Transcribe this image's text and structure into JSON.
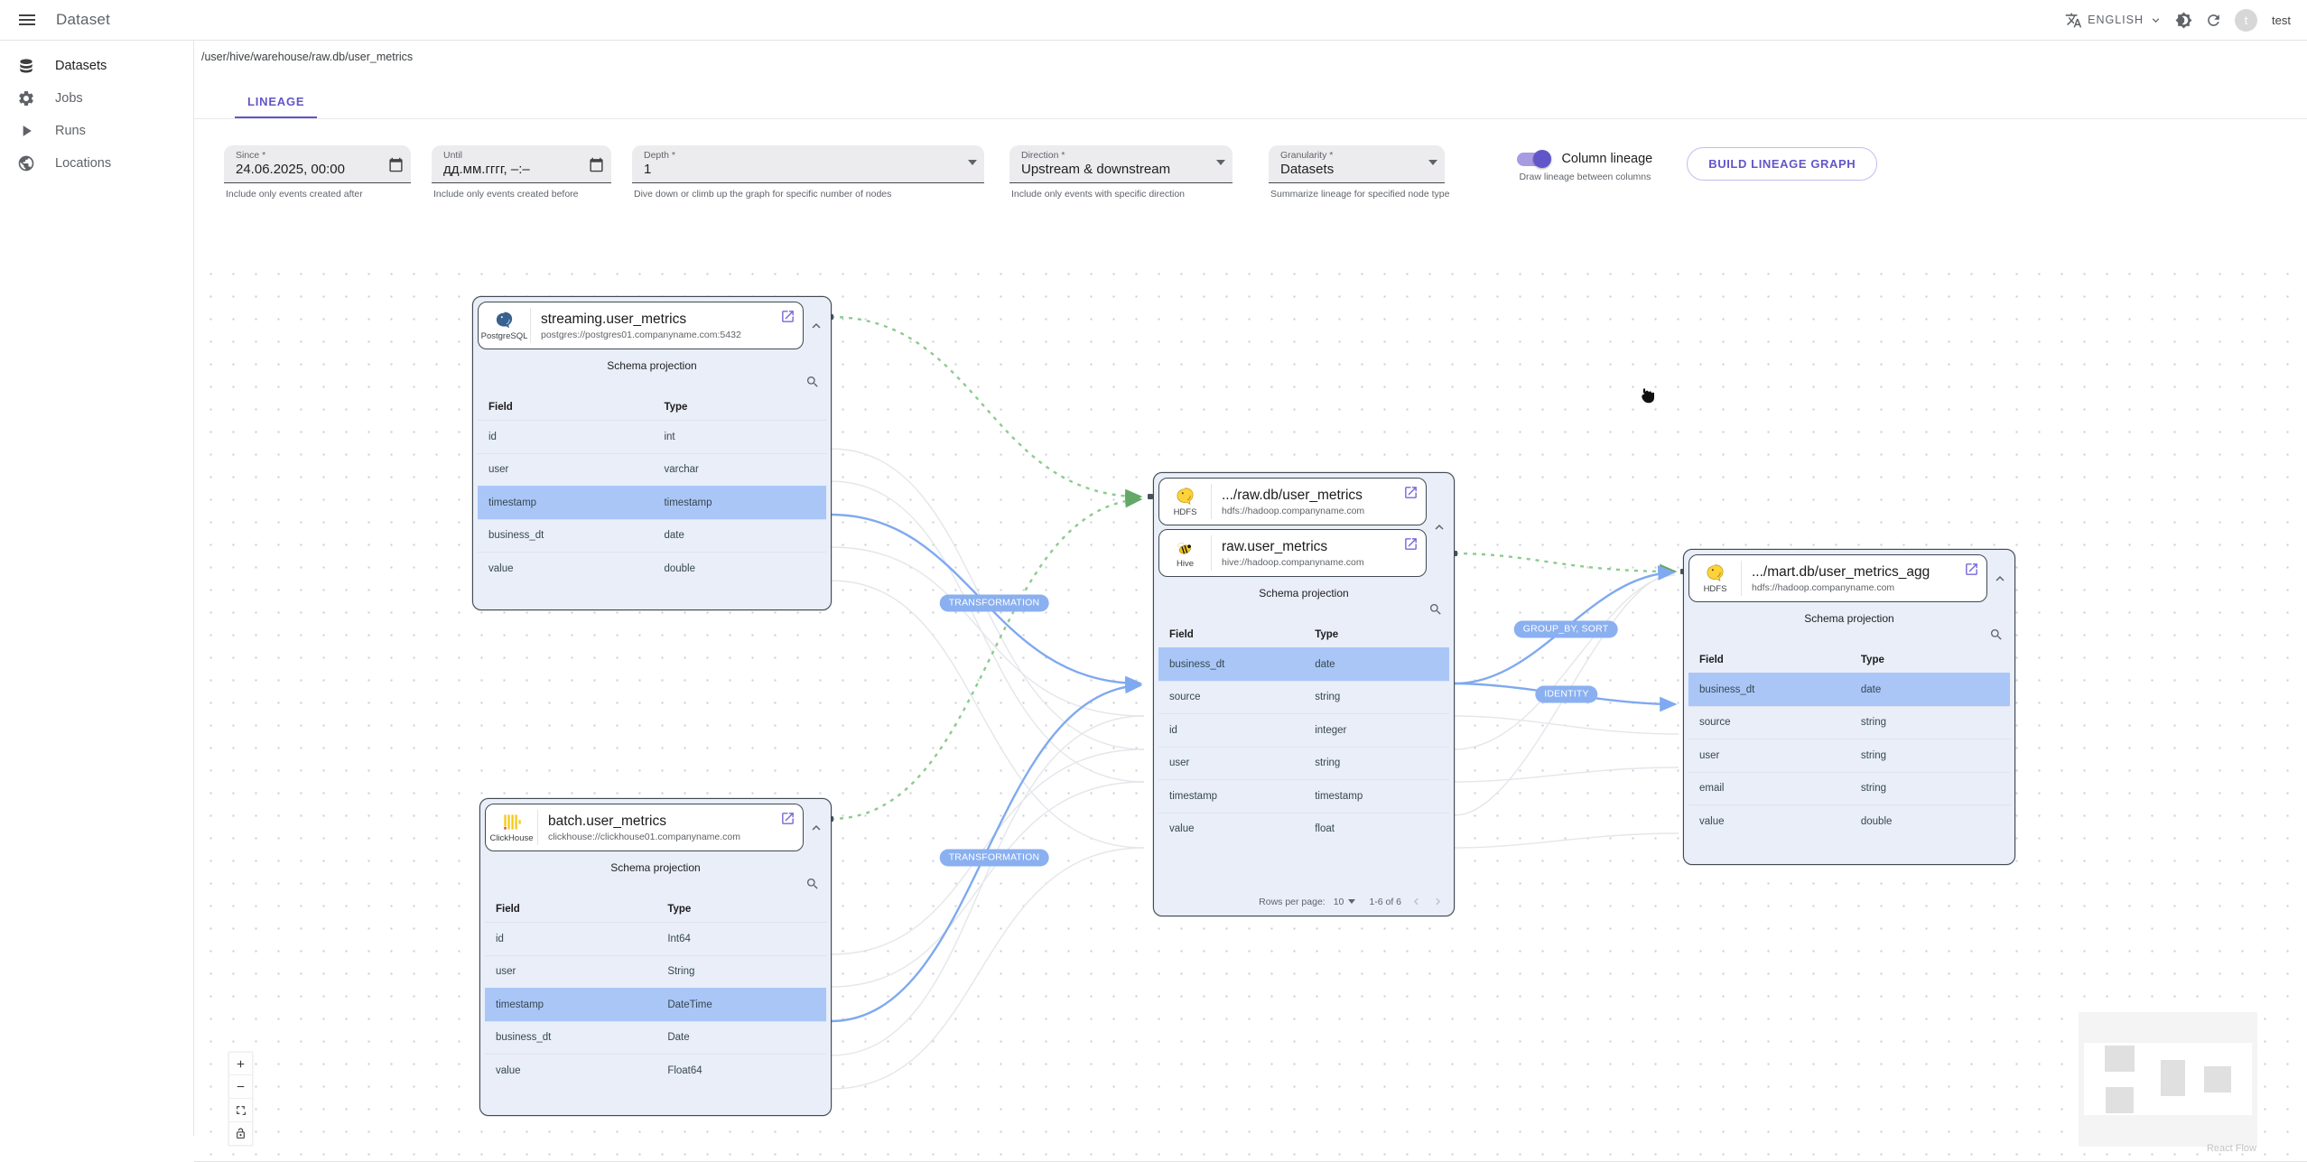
{
  "app_bar": {
    "title": "Dataset",
    "language": "ENGLISH",
    "user_initial": "t",
    "user_name": "test"
  },
  "sidebar": {
    "items": [
      {
        "label": "Datasets"
      },
      {
        "label": "Jobs"
      },
      {
        "label": "Runs"
      },
      {
        "label": "Locations"
      }
    ]
  },
  "page": {
    "breadcrumb": "/user/hive/warehouse/raw.db/user_metrics",
    "tab": "LINEAGE"
  },
  "filters": {
    "since": {
      "label": "Since *",
      "value": "24.06.2025, 00:00",
      "helper": "Include only events created after"
    },
    "until": {
      "label": "Until",
      "value": "дд.мм.гггг, –:–",
      "helper": "Include only events created before"
    },
    "depth": {
      "label": "Depth *",
      "value": "1",
      "helper": "Dive down or climb up the graph for specific number of nodes"
    },
    "direction": {
      "label": "Direction *",
      "value": "Upstream & downstream",
      "helper": "Include only events with specific direction"
    },
    "granularity": {
      "label": "Granularity *",
      "value": "Datasets",
      "helper": "Summarize lineage for specified node type"
    },
    "column_lineage": {
      "label": "Column lineage",
      "helper": "Draw lineage between columns"
    },
    "build_button": "BUILD LINEAGE GRAPH"
  },
  "graph": {
    "schema_projection_label": "Schema projection",
    "columns": {
      "field": "Field",
      "type": "Type"
    },
    "nodes": {
      "streaming": {
        "source_type": "PostgreSQL",
        "title": "streaming.user_metrics",
        "url": "postgres://postgres01.companyname.com:5432",
        "rows": [
          {
            "field": "id",
            "type": "int"
          },
          {
            "field": "user",
            "type": "varchar"
          },
          {
            "field": "timestamp",
            "type": "timestamp"
          },
          {
            "field": "business_dt",
            "type": "date"
          },
          {
            "field": "value",
            "type": "double"
          }
        ]
      },
      "batch": {
        "source_type": "ClickHouse",
        "title": "batch.user_metrics",
        "url": "clickhouse://clickhouse01.companyname.com",
        "rows": [
          {
            "field": "id",
            "type": "Int64"
          },
          {
            "field": "user",
            "type": "String"
          },
          {
            "field": "timestamp",
            "type": "DateTime"
          },
          {
            "field": "business_dt",
            "type": "Date"
          },
          {
            "field": "value",
            "type": "Float64"
          }
        ]
      },
      "raw": {
        "headers": [
          {
            "source_type": "HDFS",
            "title": ".../raw.db/user_metrics",
            "url": "hdfs://hadoop.companyname.com"
          },
          {
            "source_type": "Hive",
            "title": "raw.user_metrics",
            "url": "hive://hadoop.companyname.com"
          }
        ],
        "rows": [
          {
            "field": "business_dt",
            "type": "date"
          },
          {
            "field": "source",
            "type": "string"
          },
          {
            "field": "id",
            "type": "integer"
          },
          {
            "field": "user",
            "type": "string"
          },
          {
            "field": "timestamp",
            "type": "timestamp"
          },
          {
            "field": "value",
            "type": "float"
          }
        ],
        "pager": {
          "label": "Rows per page:",
          "value": "10",
          "range": "1-6 of 6"
        }
      },
      "mart": {
        "source_type": "HDFS",
        "title": ".../mart.db/user_metrics_agg",
        "url": "hdfs://hadoop.companyname.com",
        "rows": [
          {
            "field": "business_dt",
            "type": "date"
          },
          {
            "field": "source",
            "type": "string"
          },
          {
            "field": "user",
            "type": "string"
          },
          {
            "field": "email",
            "type": "string"
          },
          {
            "field": "value",
            "type": "double"
          }
        ]
      }
    },
    "edge_labels": {
      "t1": "TRANSFORMATION",
      "t2": "TRANSFORMATION",
      "group": "GROUP_BY, SORT",
      "identity": "IDENTITY"
    },
    "attribution": "React Flow"
  }
}
